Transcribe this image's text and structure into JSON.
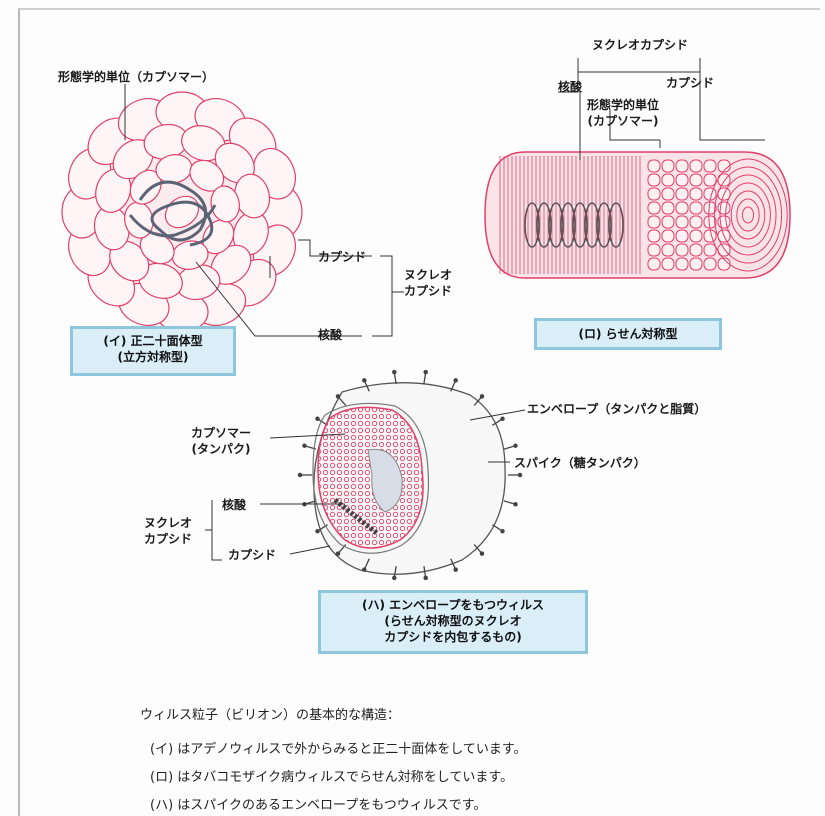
{
  "diagram_i": {
    "label_capsomere": "形態学的単位（カプソマー）",
    "label_capsid": "カプシド",
    "label_nucleocapsid_1": "ヌクレオ",
    "label_nucleocapsid_2": "カプシド",
    "label_nucleic_acid": "核酸",
    "box_line1": "(イ) 正二十面体型",
    "box_line2": "(立方対称型)"
  },
  "diagram_ro": {
    "label_nucleocapsid": "ヌクレオカプシド",
    "label_nucleic_acid": "核酸",
    "label_capsid": "カプシド",
    "label_capsomere_1": "形態学的単位",
    "label_capsomere_2": "(カプソマー)",
    "box": "(ロ) らせん対称型"
  },
  "diagram_ha": {
    "label_envelope": "エンベロープ（タンパクと脂質）",
    "label_capsomere_1": "カプソマー",
    "label_capsomere_2": "(タンパク)",
    "label_spike": "スパイク（糖タンパク）",
    "label_nucleic_acid": "核酸",
    "label_nucleocapsid_1": "ヌクレオ",
    "label_nucleocapsid_2": "カプシド",
    "label_capsid": "カプシド",
    "box_line1": "(ハ) エンベロープをもつウィルス",
    "box_line2": "(らせん対称型のヌクレオ",
    "box_line3": "カプシドを内包するもの)"
  },
  "caption": {
    "title": "ウィルス粒子（ビリオン）の基本的な構造：",
    "line1": "(イ) はアデノウィルスで外からみると正二十面体をしています。",
    "line2": "(ロ) はタバコモザイク病ウィルスでらせん対称をしています。",
    "line3": "(ハ) はスパイクのあるエンベロープをもつウィルスです。"
  },
  "colors": {
    "pink_stroke": "#e0406a",
    "pink_fill": "#fbe3ea",
    "box_fill": "#d9eef7",
    "box_border": "#8ec6dd"
  }
}
